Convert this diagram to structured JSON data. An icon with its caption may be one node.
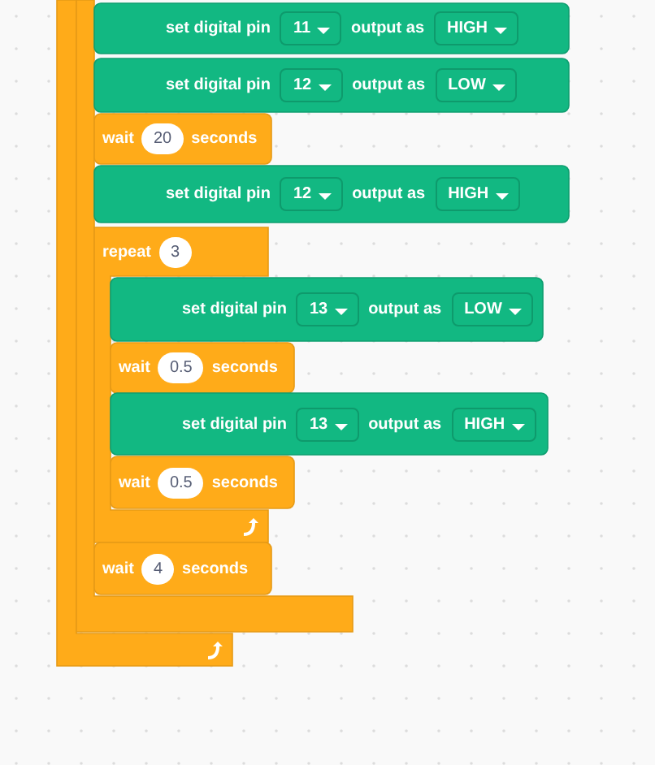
{
  "diagram": {
    "nodes": [
      {
        "text": [],
        "shape": "box"
      },
      {
        "text": [],
        "shape": "box"
      },
      {
        "text": [
          "set digital pin",
          "11",
          "output as",
          "HIGH"
        ]
      },
      {
        "text": [
          "set digital pin",
          "12",
          "output as",
          "LOW"
        ]
      },
      {
        "text": [
          "wait",
          "20",
          "seconds"
        ]
      },
      {
        "text": [
          "set digital pin",
          "12",
          "output as",
          "HIGH"
        ]
      },
      {
        "text": [
          "repeat",
          "3"
        ]
      },
      {
        "text": [
          "set digital pin",
          "13",
          "output as",
          "LOW"
        ]
      },
      {
        "text": [
          "wait",
          "0.5",
          "seconds"
        ]
      },
      {
        "text": [
          "set digital pin",
          "13",
          "output as",
          "HIGH"
        ]
      },
      {
        "text": [
          "wait",
          "0.5",
          "seconds"
        ]
      },
      {
        "text": [
          "wait",
          "4",
          "seconds"
        ]
      }
    ]
  }
}
